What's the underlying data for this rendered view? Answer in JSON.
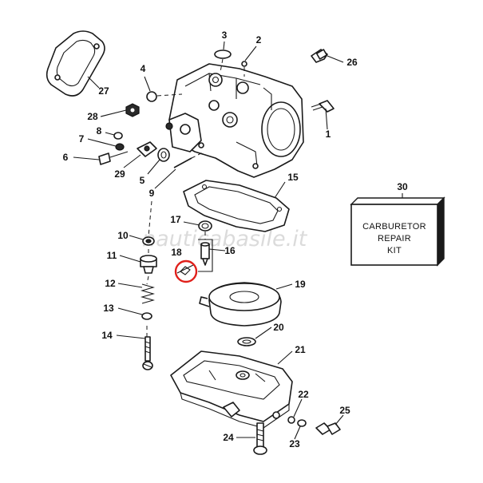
{
  "diagram": {
    "watermark": "nauticabasile.it",
    "repair_kit": {
      "callout": "30",
      "lines": [
        "CARBURETOR",
        "REPAIR",
        "KIT"
      ]
    },
    "highlight": {
      "part": "18",
      "color": "#e0201b"
    },
    "callouts": [
      "1",
      "2",
      "3",
      "4",
      "5",
      "6",
      "7",
      "8",
      "9",
      "10",
      "11",
      "12",
      "13",
      "14",
      "15",
      "16",
      "17",
      "18",
      "19",
      "20",
      "21",
      "22",
      "23",
      "24",
      "25",
      "26",
      "27",
      "28",
      "29"
    ]
  }
}
